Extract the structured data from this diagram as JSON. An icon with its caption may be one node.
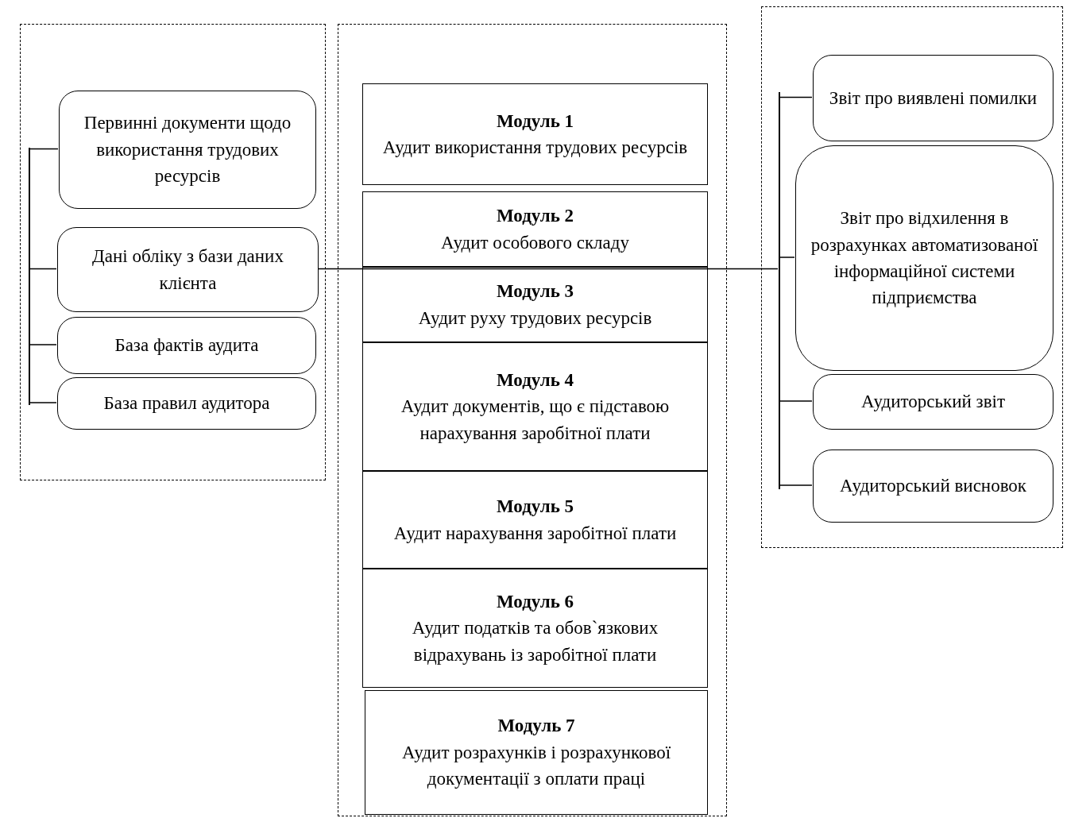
{
  "diagram": {
    "nodes": [
      {
        "text": [],
        "shape": "box"
      },
      {
        "text": [],
        "shape": "bar",
        "in": 0
      },
      {
        "text": [
          "Первинні документи щодо використання трудових ресурсів"
        ],
        "in": 0
      },
      {
        "text": [
          "Дані обліку з бази даних клієнта"
        ],
        "in": 0
      },
      {
        "text": [
          "База фактів аудита"
        ],
        "in": 0
      },
      {
        "text": [
          "База правил аудитора"
        ],
        "in": 0
      },
      {
        "text": [],
        "shape": "box"
      },
      {
        "text": [
          "Модуль 1",
          "Аудит використання трудових ресурсів"
        ],
        "in": 6
      },
      {
        "text": [
          "Модуль 2",
          "Аудит особового складу"
        ],
        "in": 6
      },
      {
        "text": [
          "Модуль 3",
          "Аудит руху трудових ресурсів"
        ],
        "in": 6
      },
      {
        "text": [
          "Модуль 4",
          "Аудит документів, що є підставою нарахування заробітної плати"
        ],
        "in": 6
      },
      {
        "text": [
          "Модуль 5",
          "Аудит нарахування заробітної плати"
        ],
        "in": 6
      },
      {
        "text": [
          "Модуль 6",
          "Аудит податків та обов`язкових відрахувань із заробітної плати"
        ],
        "in": 6
      },
      {
        "text": [
          "Модуль 7",
          "Аудит розрахунків і розрахункової документації з оплати праці"
        ],
        "in": 6
      },
      {
        "text": [],
        "shape": "box"
      },
      {
        "text": [],
        "shape": "bar",
        "in": 14
      },
      {
        "text": [
          "Звіт про виявлені помилки"
        ],
        "in": 14
      },
      {
        "text": [
          "Звіт про відхилення в розрахунках автоматизованої інформаційної системи підприємства"
        ],
        "in": 14
      },
      {
        "text": [
          "Аудиторський звіт"
        ],
        "in": 14
      },
      {
        "text": [
          "Аудиторський висновок"
        ],
        "in": 14
      }
    ],
    "edges": [
      {
        "from": 1,
        "to": 2,
        "arrow": "none"
      },
      {
        "from": 1,
        "to": 3,
        "arrow": "none"
      },
      {
        "from": 1,
        "to": 4,
        "arrow": "none"
      },
      {
        "from": 1,
        "to": 5,
        "arrow": "none"
      },
      {
        "from": 3,
        "to": 15,
        "arrow": "none"
      },
      {
        "from": 15,
        "to": 16,
        "arrow": "none"
      },
      {
        "from": 15,
        "to": 17,
        "arrow": "none"
      },
      {
        "from": 15,
        "to": 18,
        "arrow": "none"
      },
      {
        "from": 15,
        "to": 19,
        "arrow": "none"
      }
    ]
  }
}
